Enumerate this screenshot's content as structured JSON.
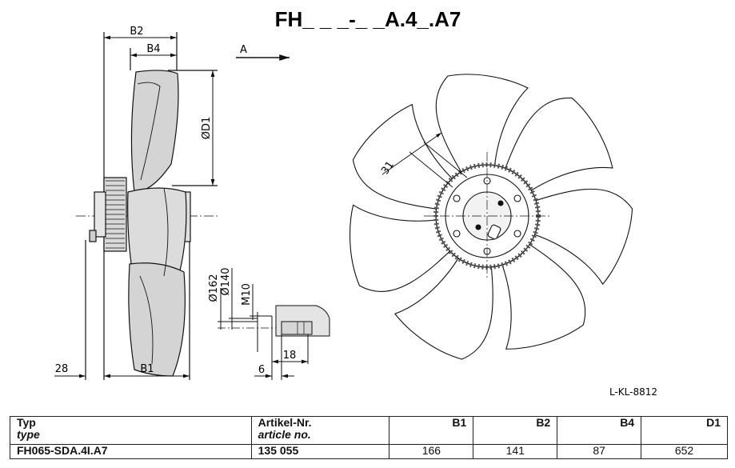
{
  "title": "FH_ _ _-_ _A.4_.A7",
  "view_arrow_label": "A",
  "dims": {
    "b2": "B2",
    "b4": "B4",
    "d1": "ØD1",
    "b1": "B1",
    "offset_28": "28",
    "d162": "Ø162",
    "d140": "Ø140",
    "m10": "M10",
    "d18": "18",
    "d6": "6",
    "d31": "31"
  },
  "drawing_code": "L-KL-8812",
  "table": {
    "headers": {
      "typ": "Typ",
      "typ_en": "type",
      "artikel": "Artikel-Nr.",
      "artikel_en": "article no.",
      "b1": "B1",
      "b2": "B2",
      "b4": "B4",
      "d1": "D1"
    },
    "rows": [
      {
        "typ": "FH065-SDA.4I.A7",
        "artikel": "135 055",
        "b1": "166",
        "b2": "141",
        "b4": "87",
        "d1": "652"
      }
    ]
  }
}
